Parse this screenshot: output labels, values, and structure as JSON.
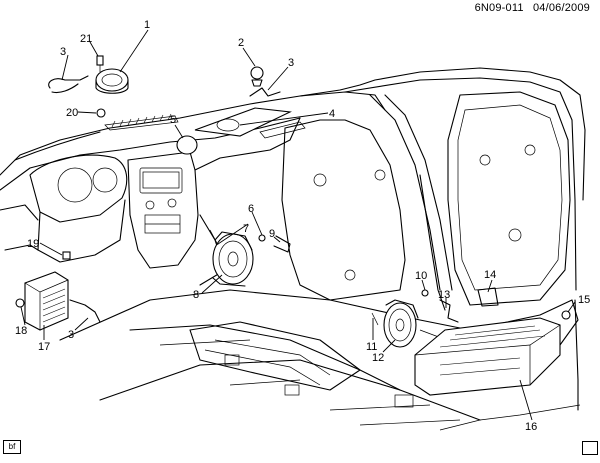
{
  "header": {
    "code": "6N09-011",
    "date": "04/06/2009"
  },
  "corner_tag": "bf",
  "callouts": [
    {
      "id": "c1",
      "text": "1"
    },
    {
      "id": "c2",
      "text": "2"
    },
    {
      "id": "c3a",
      "text": "3"
    },
    {
      "id": "c3b",
      "text": "3"
    },
    {
      "id": "c3c",
      "text": "3"
    },
    {
      "id": "c4",
      "text": "4"
    },
    {
      "id": "c5",
      "text": "5"
    },
    {
      "id": "c6",
      "text": "6"
    },
    {
      "id": "c7",
      "text": "7"
    },
    {
      "id": "c8",
      "text": "8"
    },
    {
      "id": "c9",
      "text": "9"
    },
    {
      "id": "c10",
      "text": "10"
    },
    {
      "id": "c11",
      "text": "11"
    },
    {
      "id": "c12",
      "text": "12"
    },
    {
      "id": "c13",
      "text": "13"
    },
    {
      "id": "c14",
      "text": "14"
    },
    {
      "id": "c15",
      "text": "15"
    },
    {
      "id": "c16",
      "text": "16"
    },
    {
      "id": "c17",
      "text": "17"
    },
    {
      "id": "c18",
      "text": "18"
    },
    {
      "id": "c19",
      "text": "19"
    },
    {
      "id": "c20",
      "text": "20"
    },
    {
      "id": "c21",
      "text": "21"
    }
  ]
}
